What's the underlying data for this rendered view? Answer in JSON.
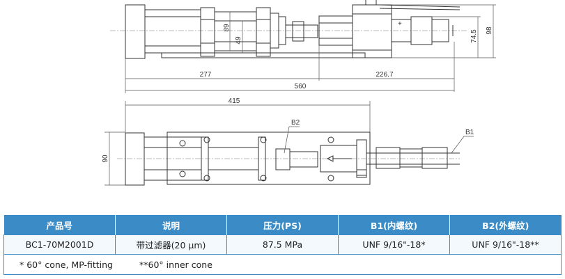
{
  "diagram": {
    "top_view": {
      "dim_89": "89",
      "dim_49": "49",
      "dim_98": "98",
      "dim_74_5": "74.5",
      "dim_277": "277",
      "dim_226_7": "226.7",
      "dim_560": "560"
    },
    "bottom_view": {
      "dim_415": "415",
      "dim_90": "90",
      "label_b1": "B1",
      "label_b2": "B2"
    }
  },
  "table": {
    "headers": [
      "产品号",
      "说明",
      "压力(PS)",
      "B1(内螺纹)",
      "B2(外螺纹)"
    ],
    "rows": [
      [
        "BC1-70M2001D",
        "带过滤器(20 μm)",
        "87.5 MPa",
        "UNF 9/16\"-18*",
        "UNF 9/16\"-18**"
      ]
    ],
    "note_1": "* 60° cone, MP-fitting",
    "note_2": "**60° inner cone"
  }
}
